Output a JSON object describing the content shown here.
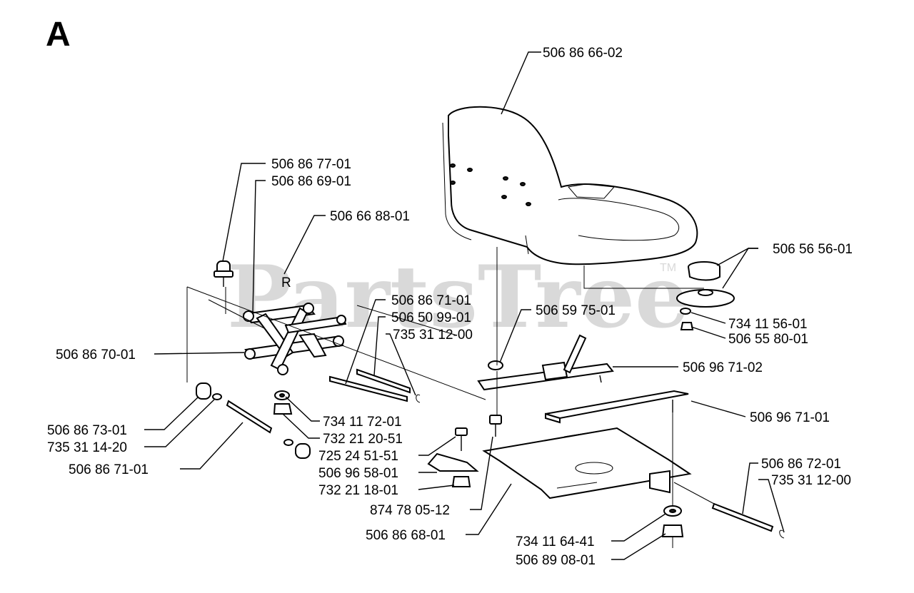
{
  "section_letter": "A",
  "watermark": "PartsTree",
  "watermark_mark": "TM",
  "marker_glyph": "R",
  "callouts": {
    "seat": "506 86 66-02",
    "knob_top": "506 86 77-01",
    "spring_bracket": "506 86 69-01",
    "r_clip": "506 66 88-01",
    "rod_a": "506 86 71-01",
    "rod_b": "506 50 99-01",
    "clip_a": "735 31 12-00",
    "washer_top": "506 59 75-01",
    "plate_ring": "506 56 56-01",
    "nut_right": "734 11 56-01",
    "bolt_right": "506 55 80-01",
    "linkage": "506 86 70-01",
    "rail_upper": "506 96 71-02",
    "rail_lower": "506 96 71-01",
    "bushing": "506 86 73-01",
    "clip_b": "735 31 14-20",
    "washer_mid": "734 11 72-01",
    "nut_mid": "732 21 20-51",
    "bolt_mid": "725 24 51-51",
    "bracket_small": "506 96 58-01",
    "nut_small": "732 21 18-01",
    "rod_c": "506 86 71-01",
    "bolt_long": "874 78 05-12",
    "base_plate": "506 86 68-01",
    "pin_right": "506 86 72-01",
    "clip_c": "735 31 12-00",
    "washer_low": "734 11 64-41",
    "nut_low": "506 89 08-01"
  }
}
